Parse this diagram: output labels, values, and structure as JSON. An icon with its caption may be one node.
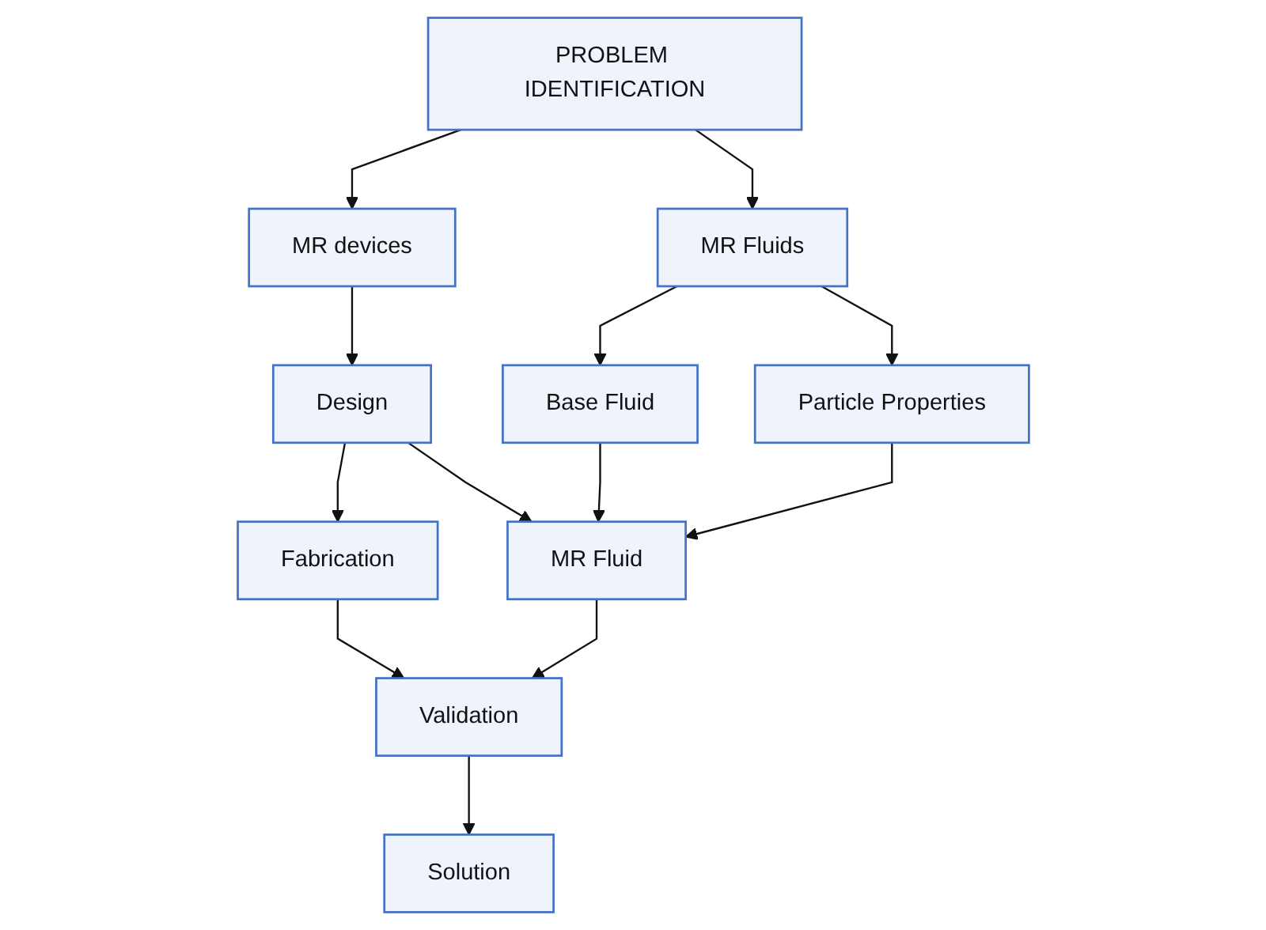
{
  "diagram": {
    "nodes": [
      {
        "text": [
          "PROBLEM IDENTIFICATION"
        ]
      },
      {
        "text": [
          "MR devices"
        ]
      },
      {
        "text": [
          "MR Fluids"
        ]
      },
      {
        "text": [
          "Design"
        ]
      },
      {
        "text": [
          "Base Fluid"
        ]
      },
      {
        "text": [
          "Particle Properties"
        ]
      },
      {
        "text": [
          "Fabrication"
        ]
      },
      {
        "text": [
          "MR Fluid"
        ]
      },
      {
        "text": [
          "Validation"
        ]
      },
      {
        "text": [
          "Solution"
        ]
      }
    ],
    "edges": [
      {
        "from": 0,
        "to": 1,
        "arrow": "to"
      },
      {
        "from": 0,
        "to": 2,
        "arrow": "to"
      },
      {
        "from": 1,
        "to": 3,
        "arrow": "to"
      },
      {
        "from": 2,
        "to": 4,
        "arrow": "to"
      },
      {
        "from": 2,
        "to": 5,
        "arrow": "to"
      },
      {
        "from": 3,
        "to": 6,
        "arrow": "to"
      },
      {
        "from": 3,
        "to": 7,
        "arrow": "to"
      },
      {
        "from": 4,
        "to": 7,
        "arrow": "to"
      },
      {
        "from": 5,
        "to": 7,
        "arrow": "to"
      },
      {
        "from": 6,
        "to": 8,
        "arrow": "to"
      },
      {
        "from": 7,
        "to": 8,
        "arrow": "to"
      },
      {
        "from": 8,
        "to": 9,
        "arrow": "to"
      }
    ]
  }
}
